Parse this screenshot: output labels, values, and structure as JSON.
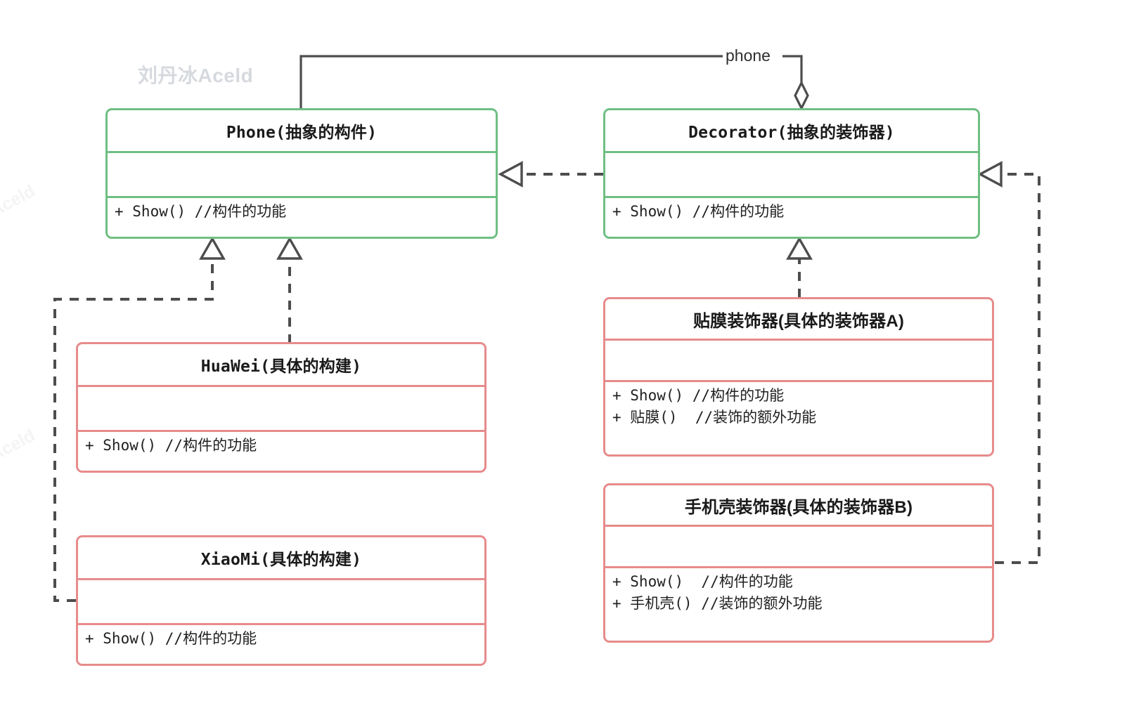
{
  "diagram": {
    "type": "uml-class-diagram",
    "pattern": "Decorator",
    "background": "#ffffff",
    "colors": {
      "abstract_border": "#6fbf84",
      "concrete_border": "#e78b8b",
      "edge": "#4d4d4d",
      "text": "#1a1a1a",
      "watermark": "#d6d9de"
    }
  },
  "watermarks": {
    "main": "刘丹冰Aceld",
    "edge_top": "Aceld",
    "edge_bottom": "Aceld"
  },
  "classes": {
    "phone": {
      "title": "Phone(抽象的构件)",
      "attributes": [],
      "methods": [
        "+ Show() //构件的功能"
      ]
    },
    "decorator": {
      "title": "Decorator(抽象的装饰器)",
      "attributes": [],
      "methods": [
        "+ Show() //构件的功能"
      ]
    },
    "huawei": {
      "title": "HuaWei(具体的构建)",
      "attributes": [],
      "methods": [
        "+ Show() //构件的功能"
      ]
    },
    "xiaomi": {
      "title": "XiaoMi(具体的构建)",
      "attributes": [],
      "methods": [
        "+ Show() //构件的功能"
      ]
    },
    "decorator_a": {
      "title": "贴膜装饰器(具体的装饰器A)",
      "attributes": [],
      "methods": [
        "+ Show() //构件的功能",
        "+ 贴膜()  //装饰的额外功能"
      ]
    },
    "decorator_b": {
      "title": "手机壳装饰器(具体的装饰器B)",
      "attributes": [],
      "methods": [
        "+ Show()  //构件的功能",
        "+ 手机壳() //装饰的额外功能"
      ]
    }
  },
  "relations": [
    {
      "id": "aggregation-phone-decorator",
      "kind": "aggregation",
      "from": "decorator",
      "to": "phone",
      "label": "phone",
      "style": "solid",
      "marker": "hollow-diamond"
    },
    {
      "id": "realization-decorator-phone",
      "kind": "realization",
      "from": "decorator",
      "to": "phone",
      "label": "",
      "style": "dashed",
      "marker": "hollow-triangle"
    },
    {
      "id": "realization-huawei-phone",
      "kind": "realization",
      "from": "huawei",
      "to": "phone",
      "label": "",
      "style": "dashed",
      "marker": "hollow-triangle"
    },
    {
      "id": "realization-xiaomi-phone",
      "kind": "realization",
      "from": "xiaomi",
      "to": "phone",
      "label": "",
      "style": "dashed",
      "marker": "hollow-triangle"
    },
    {
      "id": "realization-decoratora-decorator",
      "kind": "realization",
      "from": "decorator_a",
      "to": "decorator",
      "label": "",
      "style": "dashed",
      "marker": "hollow-triangle"
    },
    {
      "id": "realization-decoratorb-decorator",
      "kind": "realization",
      "from": "decorator_b",
      "to": "decorator",
      "label": "",
      "style": "dashed",
      "marker": "hollow-triangle"
    }
  ]
}
